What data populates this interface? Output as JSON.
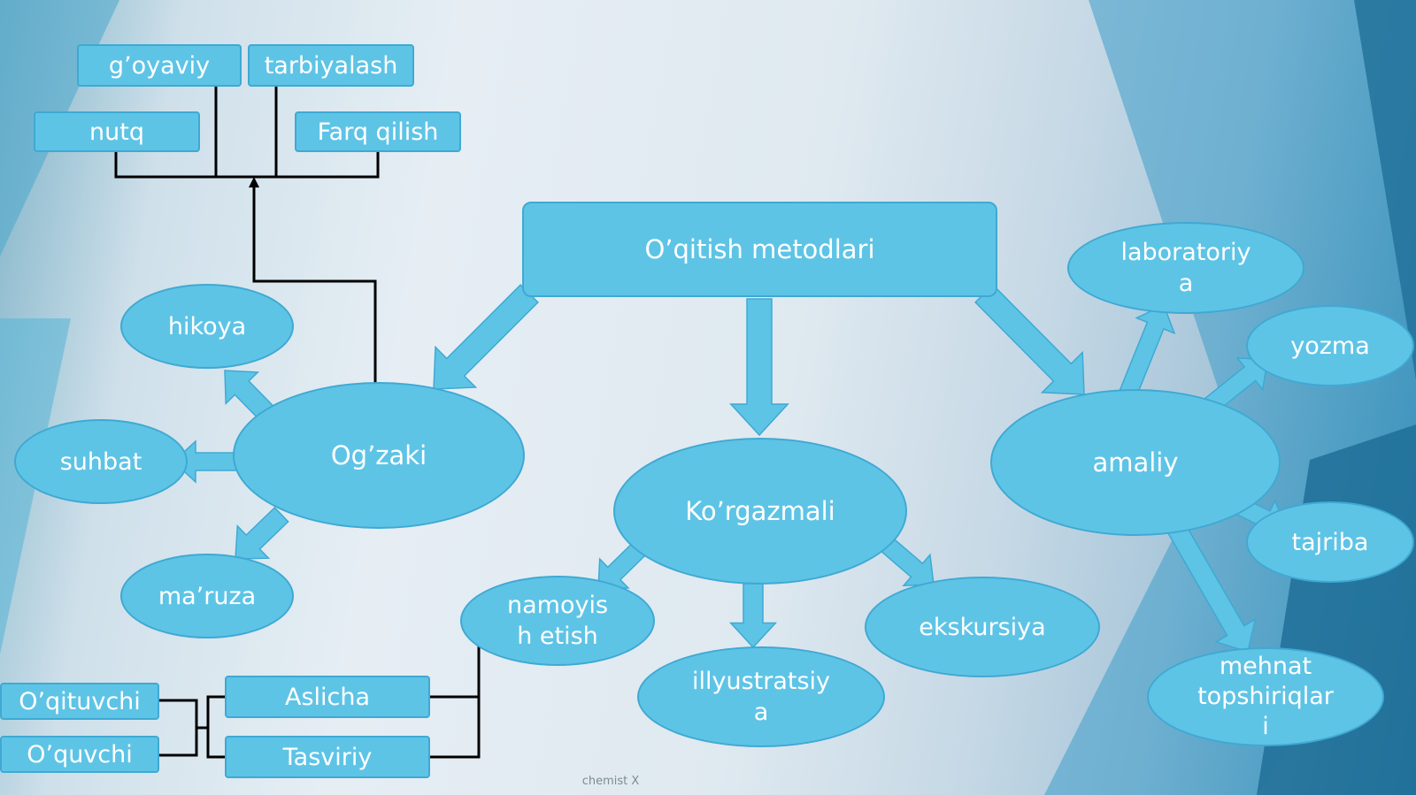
{
  "diagram": {
    "root": "O’qitish metodlari",
    "branches": {
      "ogzaki": {
        "label": "Og’zaki",
        "children": [
          "hikoya",
          "suhbat",
          "ma’ruza"
        ]
      },
      "korgazmali": {
        "label": "Ko’rgazmali",
        "children": [
          "namoyish etish",
          "illyustratsiya",
          "ekskursiya"
        ]
      },
      "amaliy": {
        "label": "amaliy",
        "children": [
          "laboratoriya",
          "yozma",
          "tajriba",
          "mehnat topshiriqlari"
        ]
      }
    },
    "top_boxes": {
      "goyaviy": "g’oyaviy",
      "tarbiyalash": "tarbiyalash",
      "nutq": "nutq",
      "farq": "Farq qilish"
    },
    "bottom_boxes": {
      "oqituvchi": "O’qituvchi",
      "oquvchi": "O’quvchi",
      "aslicha": "Aslicha",
      "tasviriy": "Tasviriy"
    }
  },
  "node_display": {
    "namoyish": "namoyis\nh etish",
    "illyustratsiya": "illyustratsiy\na",
    "laboratoriya": "laboratoriy\na",
    "mehnat": "mehnat\ntopshiriqlar\ni"
  },
  "credit": "chemist X",
  "colors": {
    "node_fill": "#5ec4e6",
    "node_border": "#3fa9d3",
    "arrow": "#5ec4e6",
    "connector": "#000000",
    "accent_dark": "#1f6f98"
  }
}
